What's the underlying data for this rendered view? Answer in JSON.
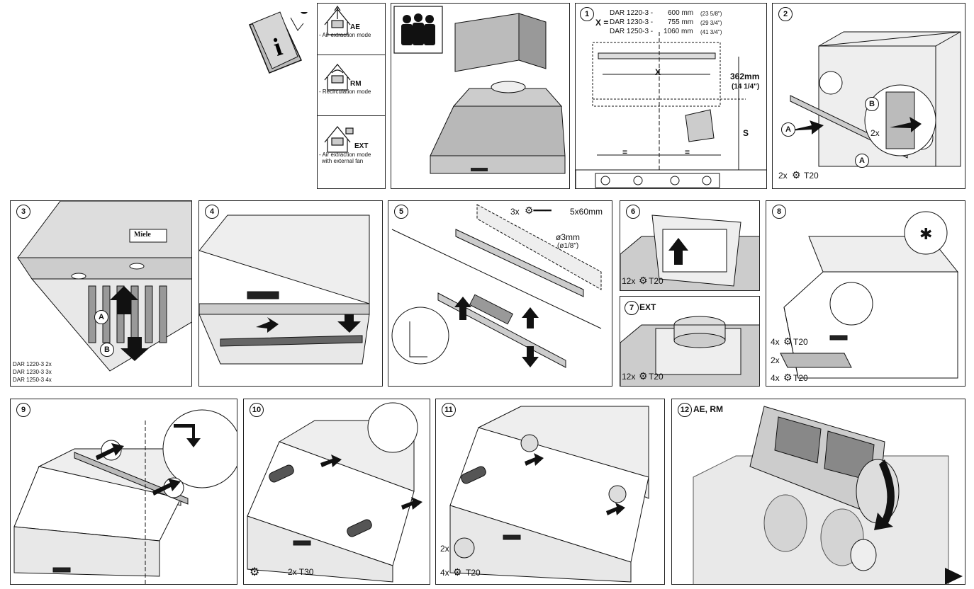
{
  "modes": {
    "ae": {
      "code": "AE",
      "desc": "- Air extraction mode"
    },
    "rm": {
      "code": "RM",
      "desc": "- Recirculation mode"
    },
    "ext": {
      "code": "EXT",
      "desc1": "- Air extraction mode",
      "desc2": "with external fan"
    }
  },
  "panel1": {
    "num": "1",
    "rows": [
      {
        "x": "",
        "model": "DAR 1220-3 -",
        "mm": "600 mm",
        "inch": "(23 5/8\")"
      },
      {
        "x": "X =",
        "model": "DAR 1230-3 -",
        "mm": "755 mm",
        "inch": "(29 3/4\")"
      },
      {
        "x": "",
        "model": "DAR 1250-3 -",
        "mm": "1060 mm",
        "inch": "(41 3/4\")"
      }
    ],
    "x_label": "X",
    "height_mm": "362mm",
    "height_in": "(14 1/4\")",
    "s_label": "S",
    "eq": "="
  },
  "panel2": {
    "num": "2",
    "a": "A",
    "b": "B",
    "twox": "2x",
    "screw": "2x",
    "screw_type": "T20"
  },
  "panel3": {
    "num": "3",
    "a": "A",
    "b": "B",
    "brand": "Miele",
    "notes": [
      "DAR 1220-3 2x",
      "DAR 1230-3 3x",
      "DAR 1250-3 4x"
    ]
  },
  "panel4": {
    "num": "4"
  },
  "panel5": {
    "num": "5",
    "screw_qty": "3x",
    "screw_size": "5x60mm",
    "drill": "ø3mm",
    "drill_in": "(ø1/8\")"
  },
  "panel6": {
    "num": "6",
    "qty": "12x",
    "type": "T20"
  },
  "panel7": {
    "num": "7",
    "label": "EXT",
    "qty": "12x",
    "type": "T20"
  },
  "panel8": {
    "num": "8",
    "q1": "4x",
    "t1": "T20",
    "q2": "2x",
    "q3": "4x",
    "t3": "T20"
  },
  "panel9": {
    "num": "9"
  },
  "panel10": {
    "num": "10",
    "qty": "2x T30"
  },
  "panel11": {
    "num": "11",
    "q1": "2x",
    "q2": "4x",
    "t2": "T20"
  },
  "panel12": {
    "num": "12",
    "label": "AE, RM"
  }
}
